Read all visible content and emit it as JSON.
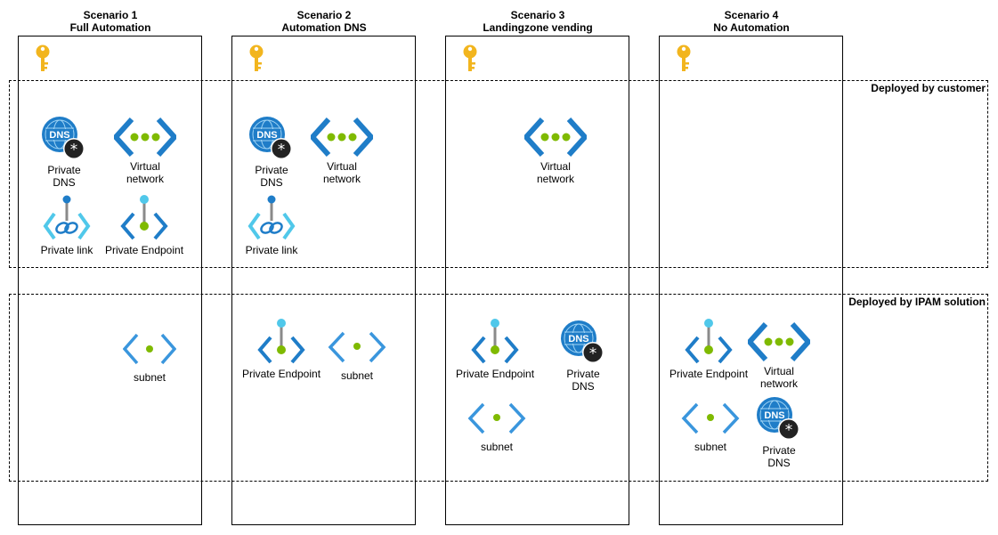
{
  "scenarios": [
    {
      "title_line1": "Scenario 1",
      "title_line2": "Full Automation"
    },
    {
      "title_line1": "Scenario 2",
      "title_line2": "Automation DNS"
    },
    {
      "title_line1": "Scenario 3",
      "title_line2": "Landingzone vending"
    },
    {
      "title_line1": "Scenario 4",
      "title_line2": "No Automation"
    }
  ],
  "bands": {
    "customer": "Deployed by customer",
    "ipam": "Deployed by IPAM solution"
  },
  "labels": {
    "private_dns_1": "Private",
    "private_dns_2": "DNS",
    "virtual_network_1": "Virtual",
    "virtual_network_2": "network",
    "private_link": "Private link",
    "private_endpoint": "Private Endpoint",
    "subnet": "subnet"
  },
  "icons": {
    "key": "key-icon",
    "dns": "dns-zone-icon",
    "vnet": "virtual-network-icon",
    "link": "private-link-icon",
    "endpoint": "private-endpoint-icon",
    "subnet": "subnet-icon"
  },
  "colors": {
    "azure_blue": "#0078D4",
    "light_blue": "#50C8EA",
    "green": "#7FBA00",
    "key_gold": "#F2B51E"
  }
}
